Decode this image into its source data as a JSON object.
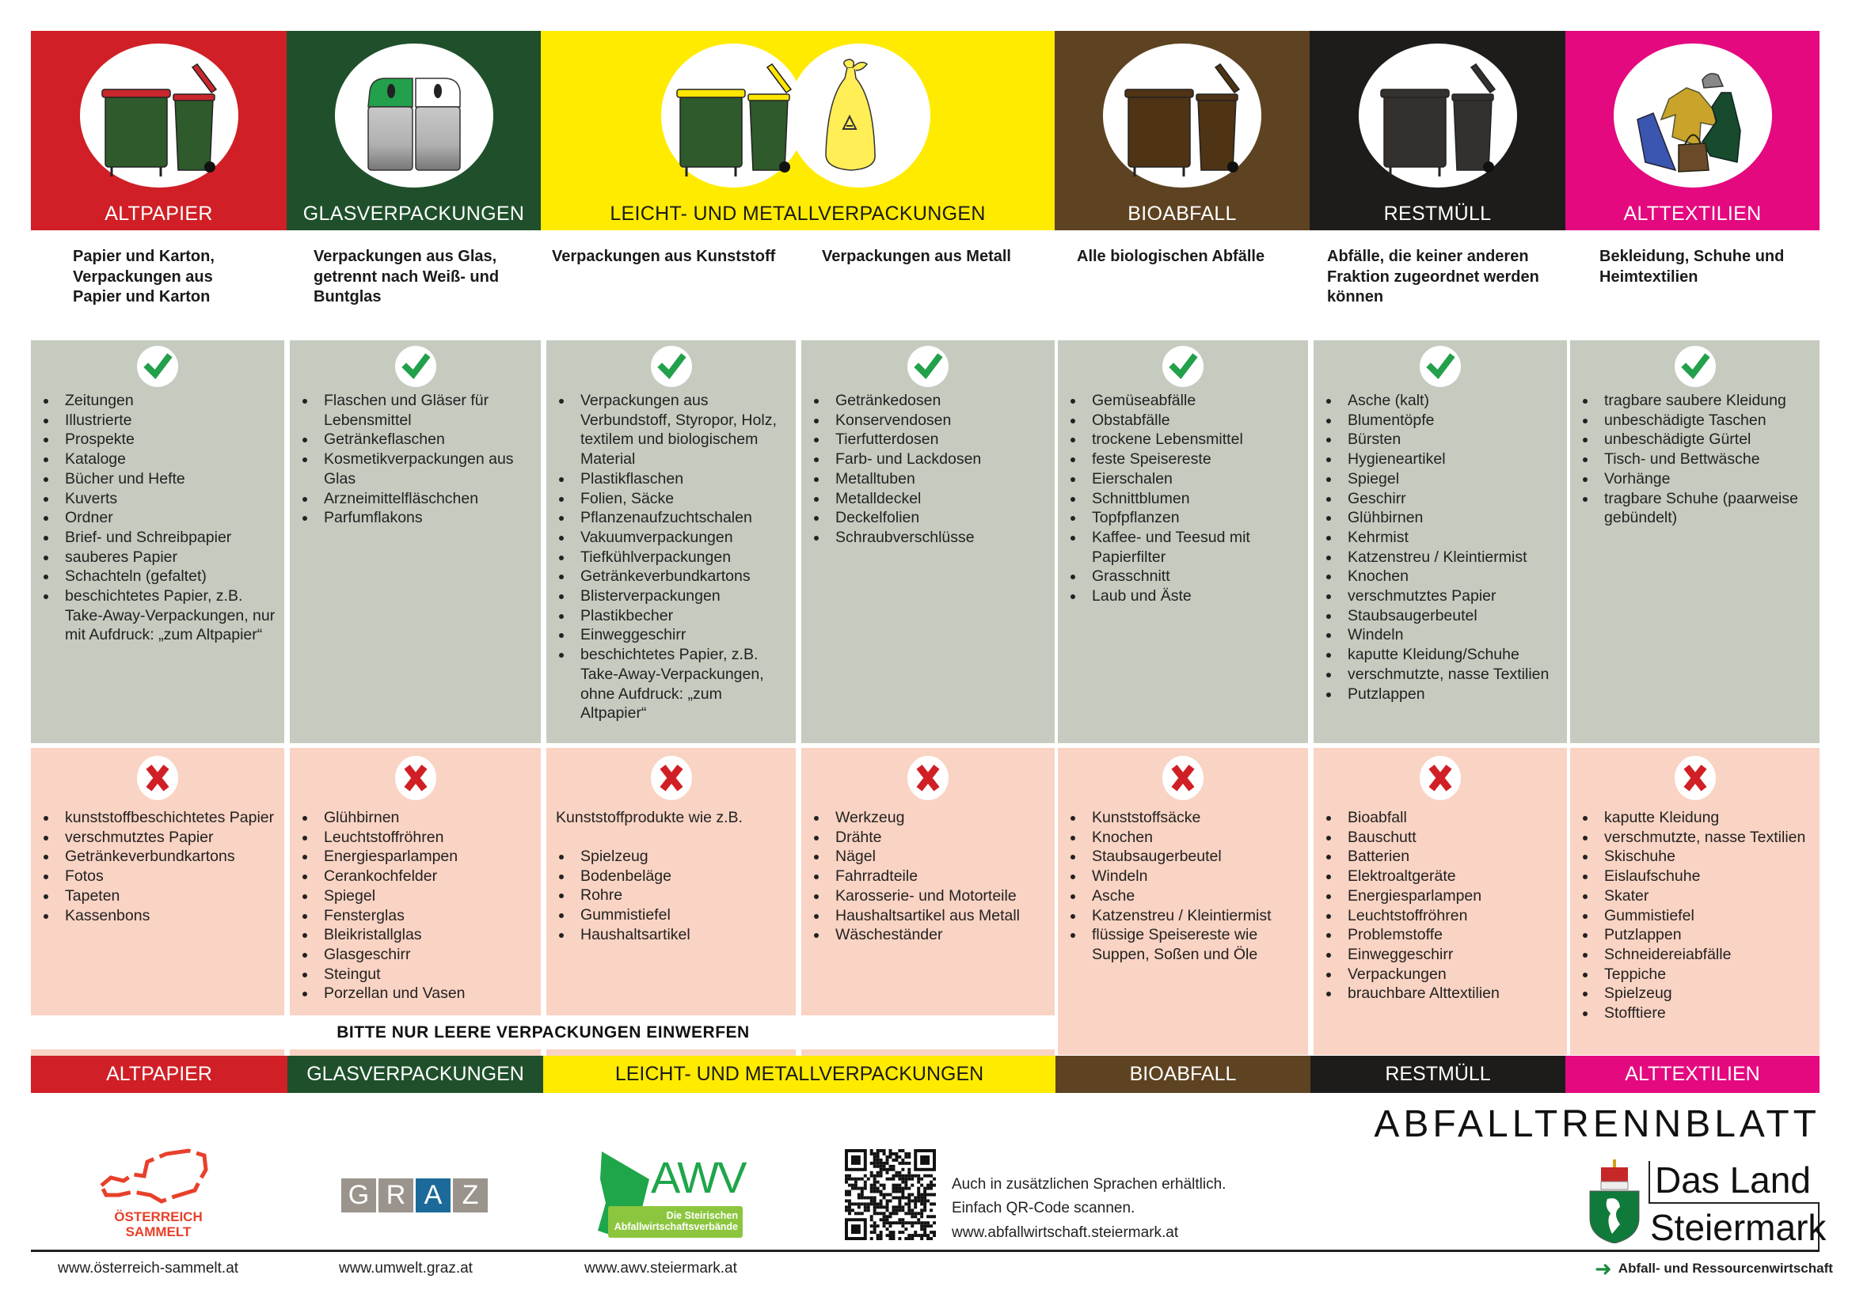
{
  "colors": {
    "altpapier": "#d01f26",
    "glas": "#1f502b",
    "leicht": "#ffeb00",
    "bio": "#5e4322",
    "rest": "#1d1c1a",
    "textil": "#e4097f",
    "allowed_bg": "#c5cbbf",
    "forbidden_bg": "#f9d3c3",
    "check": "#22a04b",
    "cross": "#d11f26"
  },
  "header": {
    "columns": [
      {
        "label": "ALTPAPIER",
        "icon": "paper-bins-icon"
      },
      {
        "label": "GLASVERPACKUNGEN",
        "icon": "glass-containers-icon"
      },
      {
        "label": "LEICHT- UND METALLVERPACKUNGEN",
        "icon": "packaging-bins-and-bag-icon"
      },
      {
        "label": "BIOABFALL",
        "icon": "bio-bins-icon"
      },
      {
        "label": "RESTMÜLL",
        "icon": "residual-bins-icon"
      },
      {
        "label": "ALTTEXTILIEN",
        "icon": "textiles-icon"
      }
    ]
  },
  "descriptions": [
    "Papier und Karton, Verpackungen aus Papier und Karton",
    "Verpackungen aus Glas, getrennt nach Weiß- und Buntglas",
    "Verpackungen aus Kunststoff",
    "Verpackungen aus Metall",
    "Alle biologischen Abfälle",
    "Abfälle, die keiner anderen Fraktion zugeordnet werden können",
    "Bekleidung, Schuhe und Heimtextilien"
  ],
  "allowed": [
    [
      "Zeitungen",
      "Illustrierte",
      "Prospekte",
      "Kataloge",
      "Bücher und Hefte",
      "Kuverts",
      "Ordner",
      "Brief- und Schreibpapier",
      "sauberes Papier",
      "Schachteln (gefaltet)",
      "beschichtetes Papier, z.B. Take-Away-Verpackungen, nur mit Aufdruck: „zum Altpapier“"
    ],
    [
      "Flaschen und Gläser für Lebensmittel",
      "Getränkeflaschen",
      "Kosmetikverpackungen aus Glas",
      "Arzneimittelfläschchen",
      "Parfumflakons"
    ],
    [
      "Verpackungen aus Verbundstoff, Styropor, Holz, textilem und biologischem Material",
      "Plastikflaschen",
      "Folien, Säcke",
      "Pflanzenaufzuchtschalen",
      "Vakuumverpackungen",
      "Tiefkühlverpackungen",
      "Getränkeverbundkartons",
      "Blisterverpackungen",
      "Plastikbecher",
      "Einweggeschirr",
      "beschichtetes Papier, z.B. Take-Away-Verpackungen, ohne Aufdruck: „zum Altpapier“"
    ],
    [
      "Getränkedosen",
      "Konservendosen",
      "Tierfutterdosen",
      "Farb- und Lackdosen",
      "Metalltuben",
      "Metalldeckel",
      "Deckelfolien",
      "Schraubverschlüsse"
    ],
    [
      "Gemüseabfälle",
      "Obstabfälle",
      "trockene Lebensmittel",
      "feste Speisereste",
      "Eierschalen",
      "Schnittblumen",
      "Topfpflanzen",
      "Kaffee- und Teesud mit Papierfilter",
      "Grasschnitt",
      "Laub und Äste"
    ],
    [
      "Asche (kalt)",
      "Blumentöpfe",
      "Bürsten",
      "Hygieneartikel",
      "Spiegel",
      "Geschirr",
      "Glühbirnen",
      "Kehrmist",
      "Katzenstreu / Kleintiermist",
      "Knochen",
      "verschmutztes Papier",
      "Staubsaugerbeutel",
      "Windeln",
      "kaputte Kleidung/Schuhe",
      "verschmutzte, nasse Textilien",
      "Putzlappen"
    ],
    [
      "tragbare saubere Kleidung",
      "unbeschädigte Taschen",
      "unbeschädigte Gürtel",
      "Tisch- und Bettwäsche",
      "Vorhänge",
      "tragbare Schuhe (paarweise gebündelt)"
    ]
  ],
  "forbidden": [
    {
      "items": [
        "kunststoffbeschichtetes Papier",
        "verschmutztes Papier",
        "Getränkeverbundkartons",
        "Fotos",
        "Tapeten",
        "Kassenbons"
      ]
    },
    {
      "items": [
        "Glühbirnen",
        "Leuchtstoffröhren",
        "Energiesparlampen",
        "Cerankochfelder",
        "Spiegel",
        "Fensterglas",
        "Bleikristallglas",
        "Glasgeschirr",
        "Steingut",
        "Porzellan und Vasen"
      ]
    },
    {
      "intro": "Kunststoffprodukte wie z.B.",
      "items": [
        "Spielzeug",
        "Bodenbeläge",
        "Rohre",
        "Gummistiefel",
        "Haushaltsartikel"
      ]
    },
    {
      "items": [
        "Werkzeug",
        "Drähte",
        "Nägel",
        "Fahrradteile",
        "Karosserie- und Motorteile",
        "Haushaltsartikel aus Metall",
        "Wäscheständer"
      ]
    },
    {
      "items": [
        "Kunststoffsäcke",
        "Knochen",
        "Staubsaugerbeutel",
        "Windeln",
        "Asche",
        "Katzenstreu / Kleintiermist",
        "flüssige Speisereste wie Suppen, Soßen und Öle"
      ]
    },
    {
      "items": [
        "Bioabfall",
        "Bauschutt",
        "Batterien",
        "Elektroaltgeräte",
        "Energiesparlampen",
        "Leuchtstoffröhren",
        "Problemstoffe",
        "Einweggeschirr",
        "Verpackungen",
        "brauchbare Alttextilien"
      ]
    },
    {
      "items": [
        "kaputte Kleidung",
        "verschmutzte, nasse Textilien",
        "Skischuhe",
        "Eislaufschuhe",
        "Skater",
        "Gummistiefel",
        "Putzlappen",
        "Schneidereiabfälle",
        "Teppiche",
        "Spielzeug",
        "Stofftiere"
      ]
    }
  ],
  "notice": "BITTE NUR LEERE VERPACKUNGEN EINWERFEN",
  "footer": {
    "title": "ABFALLTRENNBLATT",
    "logos": {
      "oesterreich": "ÖSTERREICH SAMMELT",
      "graz": [
        "G",
        "R",
        "A",
        "Z"
      ],
      "awv": "AWV",
      "awv_sub": "Die Steirischen Abfallwirtschaftsverbände",
      "steiermark_1": "Das Land",
      "steiermark_2": "Steiermark"
    },
    "qr_lines": [
      "Auch in zusätzlichen Sprachen erhältlich.",
      "Einfach QR-Code scannen.",
      "www.abfallwirtschaft.steiermark.at"
    ],
    "urls": [
      "www.österreich-sammelt.at",
      "www.umwelt.graz.at",
      "www.awv.steiermark.at"
    ],
    "department": "Abfall- und Ressourcenwirtschaft"
  }
}
